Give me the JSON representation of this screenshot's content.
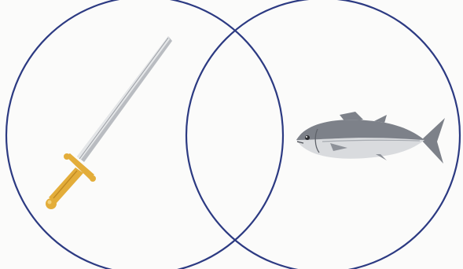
{
  "diagram": {
    "type": "venn",
    "sets": 2,
    "items": [
      {
        "icon": "sword-icon",
        "region": "left-only"
      },
      {
        "icon": "fish-icon",
        "region": "right-only"
      }
    ]
  },
  "colors": {
    "circle_stroke": "#2c3a82",
    "background": "#fbfbfa",
    "sword_blade": "#b9bcc1",
    "sword_guard": "#e3ad3a",
    "fish_body": "#7d8189",
    "fish_belly": "#d9dbde"
  }
}
